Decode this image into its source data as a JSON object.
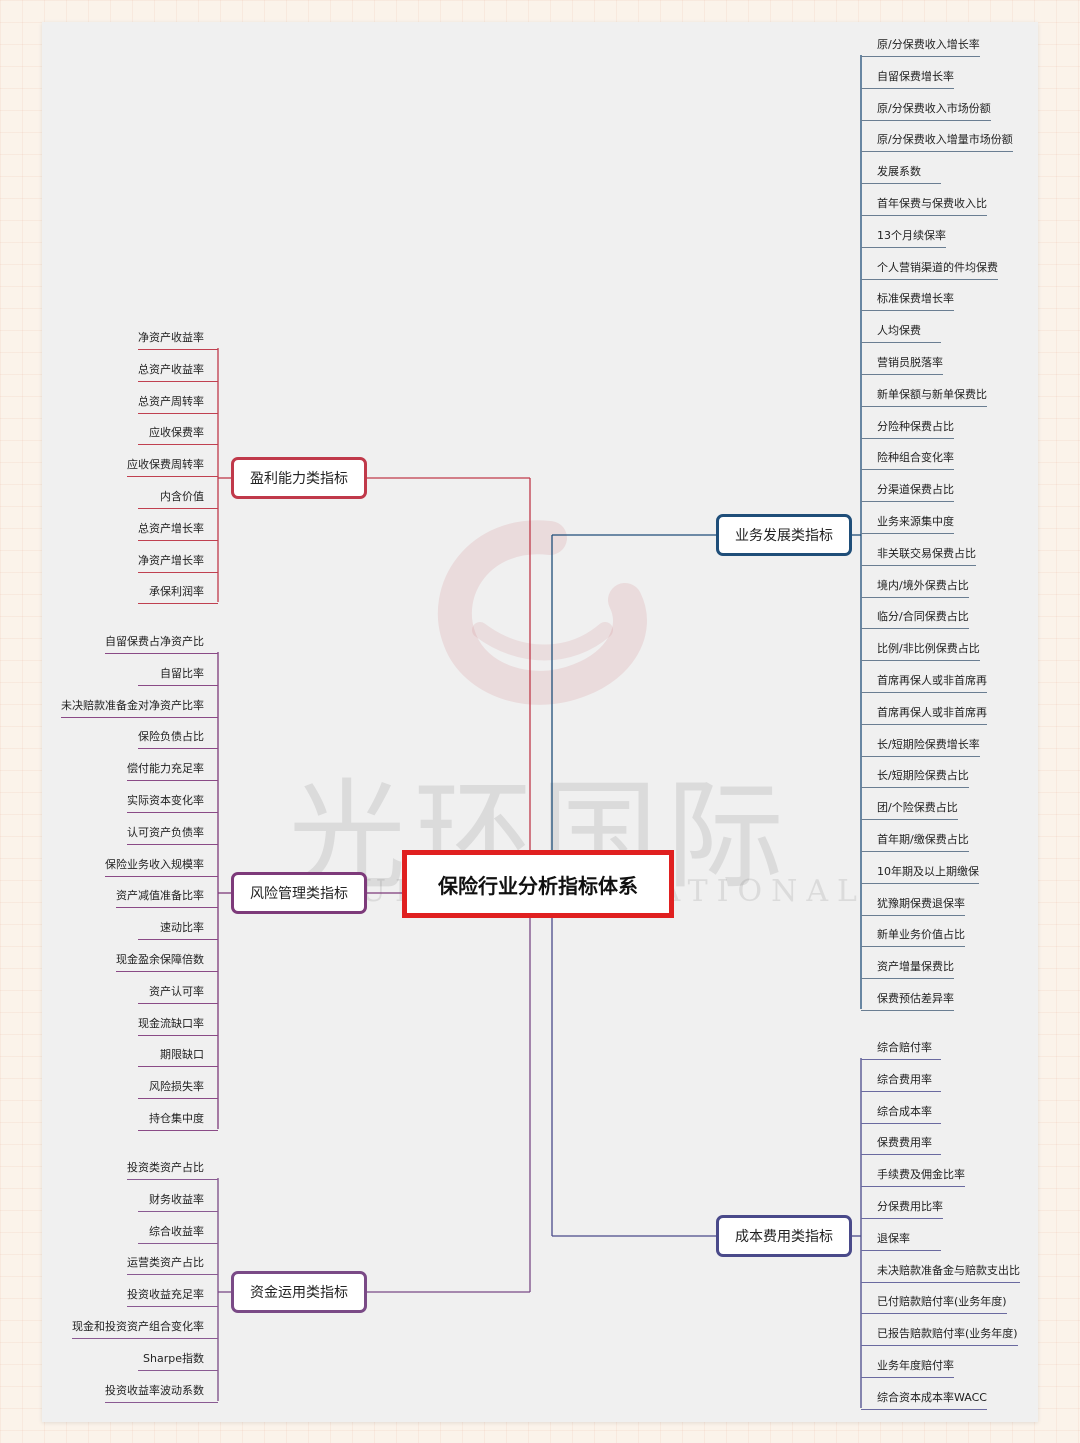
{
  "watermark": {
    "cn": "光环国际",
    "en": "AURA INTERNATIONAL"
  },
  "root": {
    "label": "保险行业分析指标体系",
    "color": "#e02020"
  },
  "categories": {
    "profit": {
      "label": "盈利能力类指标",
      "color": "#c0394a",
      "items": [
        "净资产收益率",
        "总资产收益率",
        "总资产周转率",
        "应收保费率",
        "应收保费周转率",
        "内含价值",
        "总资产增长率",
        "净资产增长率",
        "承保利润率"
      ]
    },
    "risk": {
      "label": "风险管理类指标",
      "color": "#7d3a7a",
      "items": [
        "自留保费占净资产比",
        "自留比率",
        "未决赔款准备金对净资产比率",
        "保险负债占比",
        "偿付能力充足率",
        "实际资本变化率",
        "认可资产负债率",
        "保险业务收入规模率",
        "资产减值准备比率",
        "速动比率",
        "现金盈余保障倍数",
        "资产认可率",
        "现金流缺口率",
        "期限缺口",
        "风险损失率",
        "持仓集中度"
      ]
    },
    "fund": {
      "label": "资金运用类指标",
      "color": "#7a4a86",
      "items": [
        "投资类资产占比",
        "财务收益率",
        "综合收益率",
        "运营类资产占比",
        "投资收益充足率",
        "现金和投资资产组合变化率",
        "Sharpe指数",
        "投资收益率波动系数"
      ]
    },
    "biz": {
      "label": "业务发展类指标",
      "color": "#1f4e79",
      "items": [
        "原/分保费收入增长率",
        "自留保费增长率",
        "原/分保费收入市场份额",
        "原/分保费收入增量市场份额",
        "发展系数",
        "首年保费与保费收入比",
        "13个月续保率",
        "个人营销渠道的件均保费",
        "标准保费增长率",
        "人均保费",
        "营销员脱落率",
        "新单保额与新单保费比",
        "分险种保费占比",
        "险种组合变化率",
        "分渠道保费占比",
        "业务来源集中度",
        "非关联交易保费占比",
        "境内/境外保费占比",
        "临分/合同保费占比",
        "比例/非比例保费占比",
        "首席再保人或非首席再",
        "首席再保人或非首席再",
        "长/短期险保费增长率",
        "长/短期险保费占比",
        "团/个险保费占比",
        "首年期/缴保费占比",
        "10年期及以上期缴保",
        "犹豫期保费退保率",
        "新单业务价值占比",
        "资产增量保费比",
        "保费预估差异率"
      ]
    },
    "cost": {
      "label": "成本费用类指标",
      "color": "#4a4a8a",
      "items": [
        "综合赔付率",
        "综合费用率",
        "综合成本率",
        "保费费用率",
        "手续费及佣金比率",
        "分保费用比率",
        "退保率",
        "未决赔款准备金与赔款支出比",
        "已付赔款赔付率(业务年度)",
        "已报告赔款赔付率(业务年度)",
        "业务年度赔付率",
        "综合资本成本率WACC"
      ]
    }
  }
}
